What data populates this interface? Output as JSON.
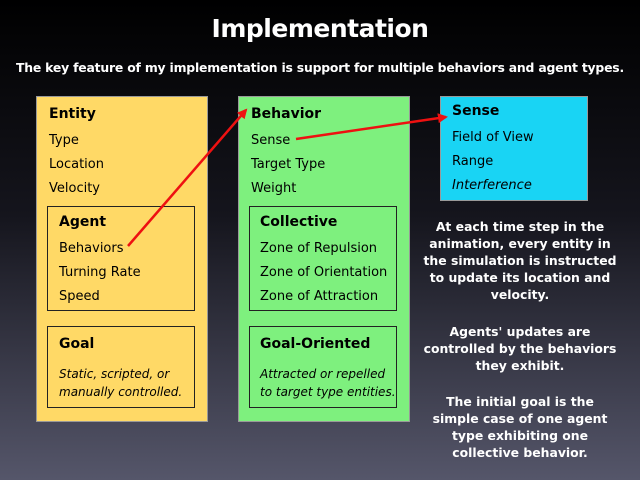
{
  "title": "Implementation",
  "subtitle": "The key feature of my implementation is support for multiple behaviors and agent types.",
  "entity": {
    "header": "Entity",
    "items": [
      "Type",
      "Location",
      "Velocity"
    ],
    "agent": {
      "header": "Agent",
      "items": [
        "Behaviors",
        "Turning Rate",
        "Speed"
      ]
    },
    "goal": {
      "header": "Goal",
      "description": "Static, scripted, or manually controlled."
    }
  },
  "behavior": {
    "header": "Behavior",
    "items": [
      "Sense",
      "Target Type",
      "Weight"
    ],
    "collective": {
      "header": "Collective",
      "items": [
        "Zone of Repulsion",
        "Zone of Orientation",
        "Zone of Attraction"
      ]
    },
    "goal_oriented": {
      "header": "Goal-Oriented",
      "description": "Attracted or repelled to target type entities."
    }
  },
  "sense": {
    "header": "Sense",
    "items": [
      "Field of View",
      "Range"
    ],
    "italic_item": "Interference"
  },
  "side_text": [
    "At each time step in the animation, every entity in the simulation is instructed to update its location and velocity.",
    "Agents' updates are controlled by the behaviors they exhibit.",
    "The initial goal is the simple case of one agent type exhibiting one collective behavior."
  ],
  "colors": {
    "entity": "#ffd966",
    "behavior": "#7ef07e",
    "sense": "#19d4f4",
    "arrow": "#ee1111"
  }
}
